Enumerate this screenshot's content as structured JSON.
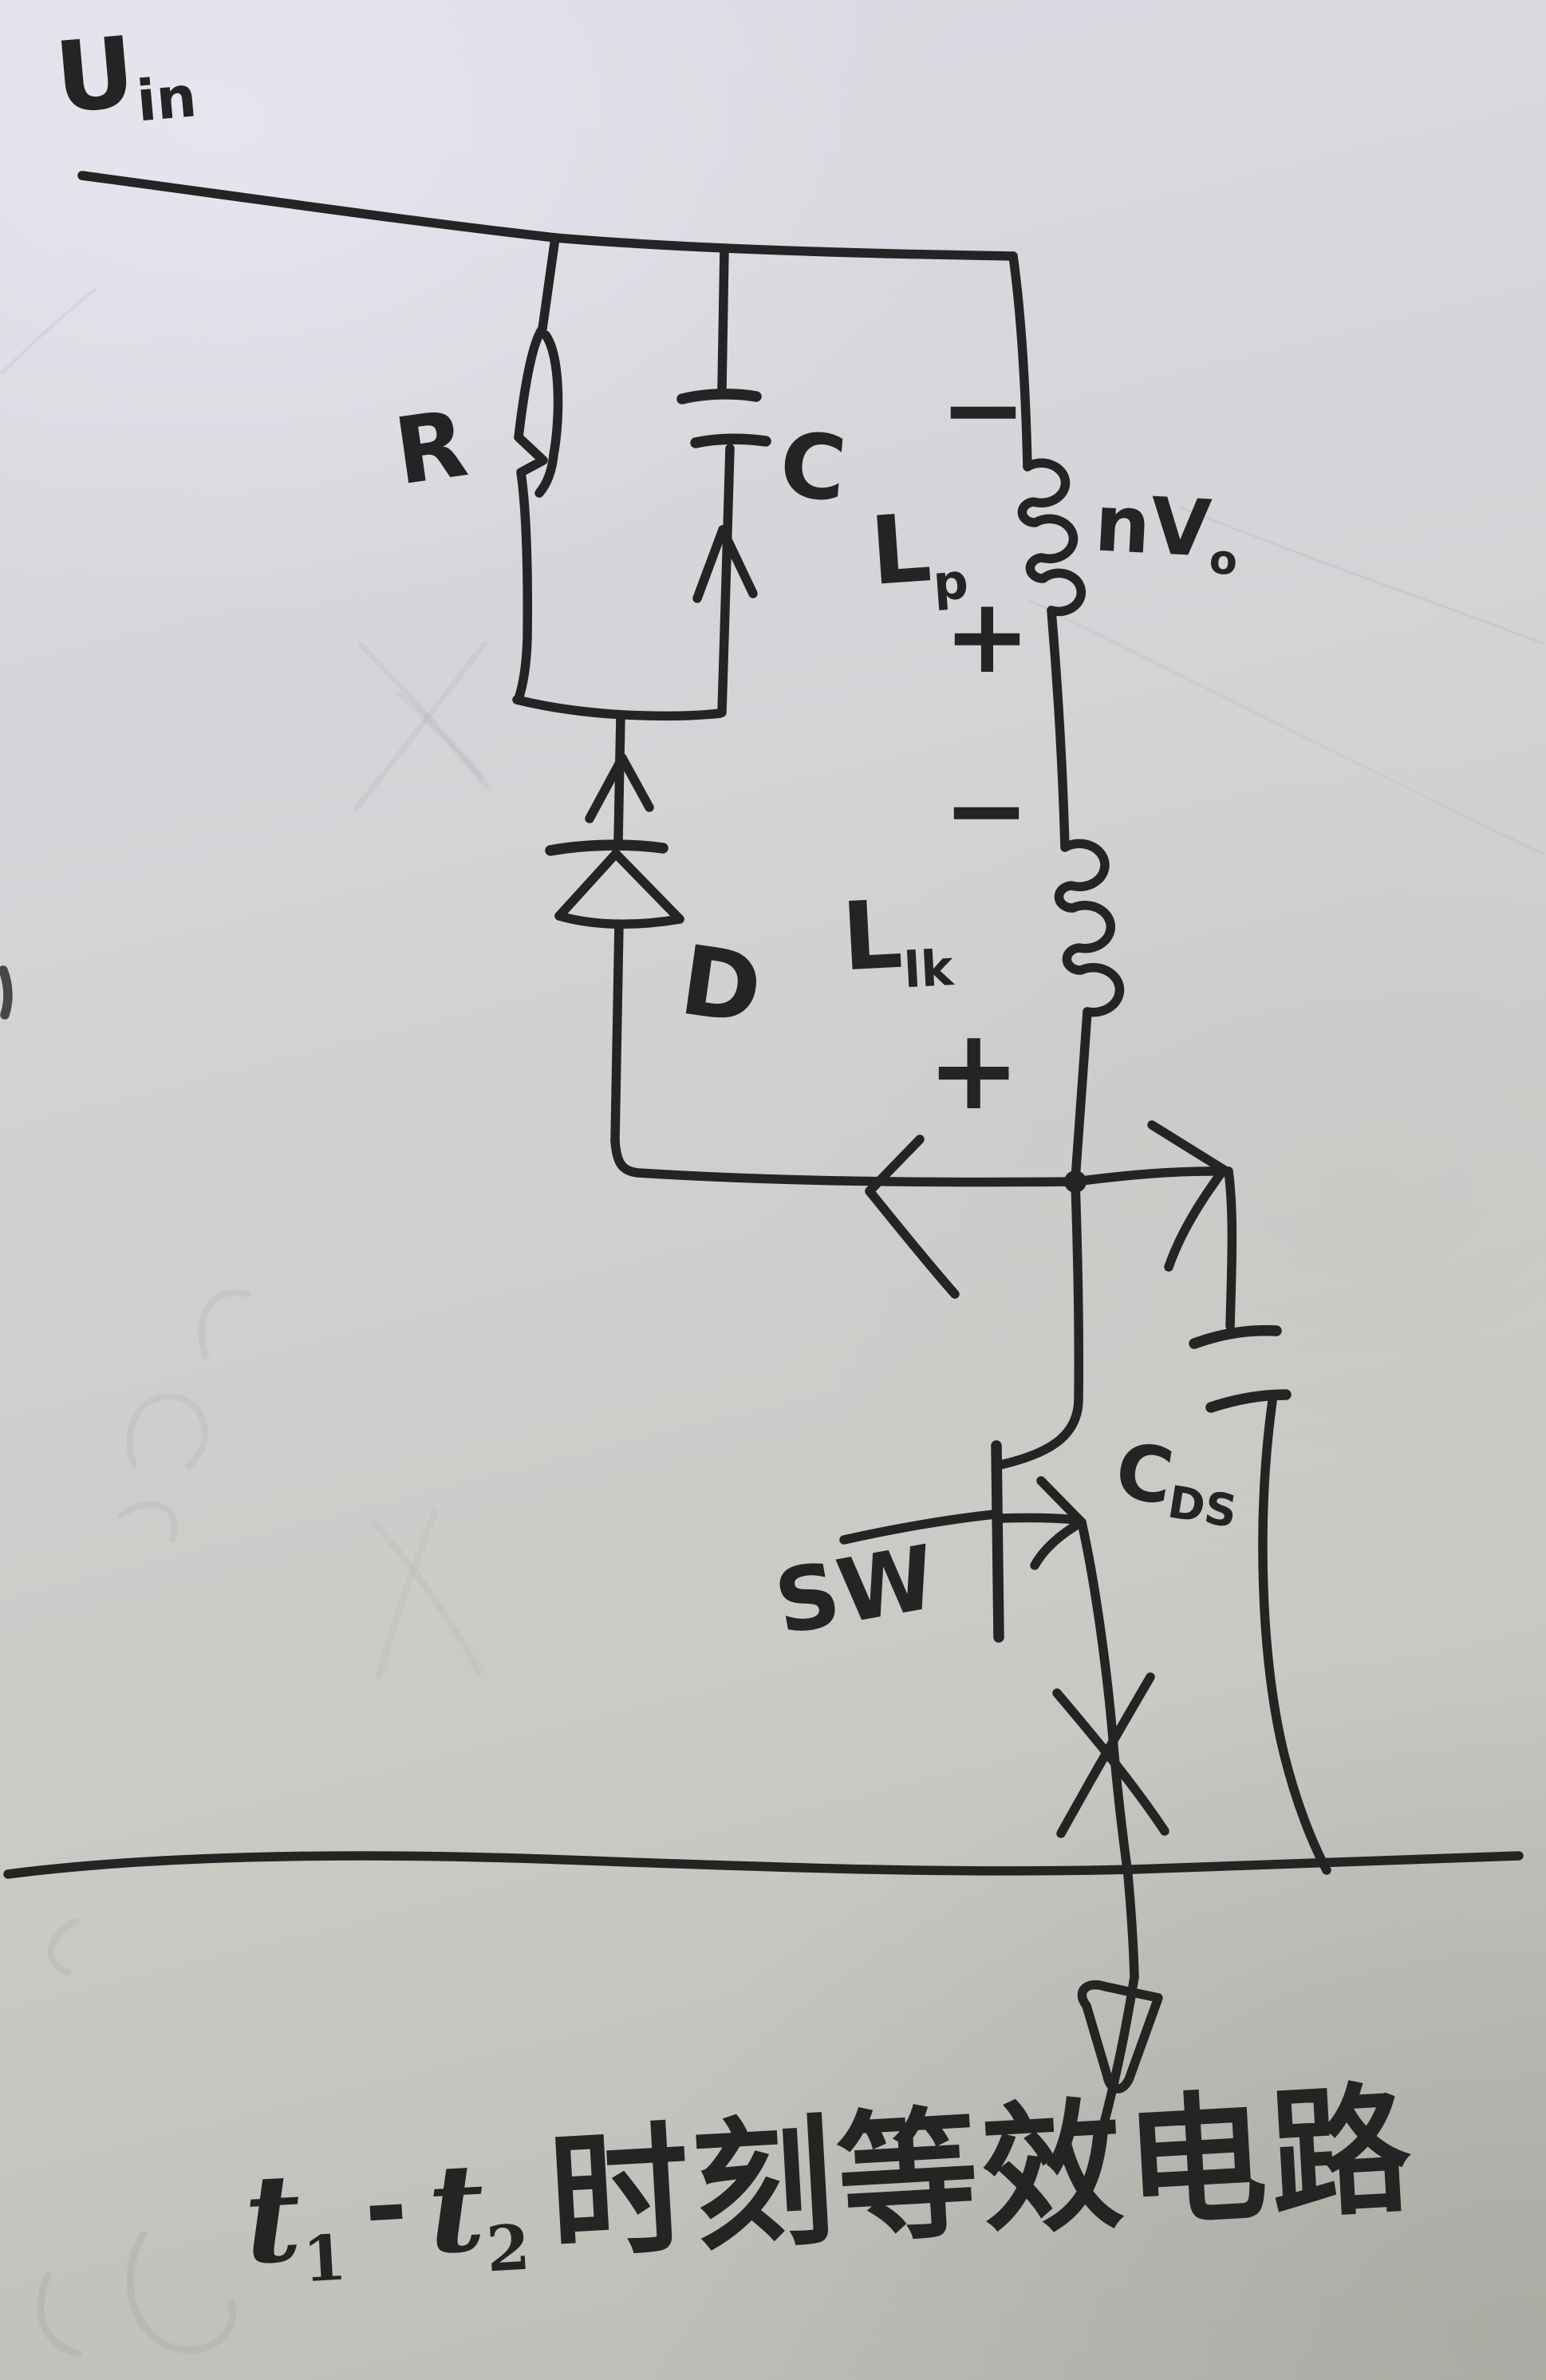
{
  "colors": {
    "ink": "#262324",
    "paper_light": "#dadce3",
    "paper_mid": "#d0cfce",
    "paper_dark": "#bbbab4",
    "pencil": "#8d8b95"
  },
  "labels": {
    "uin": {
      "main": "U",
      "sub": "in"
    },
    "resistor": "R",
    "capacitor": "C",
    "lp": {
      "main": "L",
      "sub": "p",
      "minus": "−",
      "plus": "+"
    },
    "nvo": {
      "main": "nV",
      "sub": "o"
    },
    "llk": {
      "main": "L",
      "sub": "lk",
      "minus": "−",
      "plus": "+"
    },
    "diode": "D",
    "switch": "SW",
    "cds": {
      "main": "C",
      "sub": "DS"
    }
  },
  "caption": {
    "t1_main": "t",
    "t1_sub": "1",
    "dash": "-",
    "t2_main": "t",
    "t2_sub": "2",
    "text": "时刻等效电路"
  }
}
